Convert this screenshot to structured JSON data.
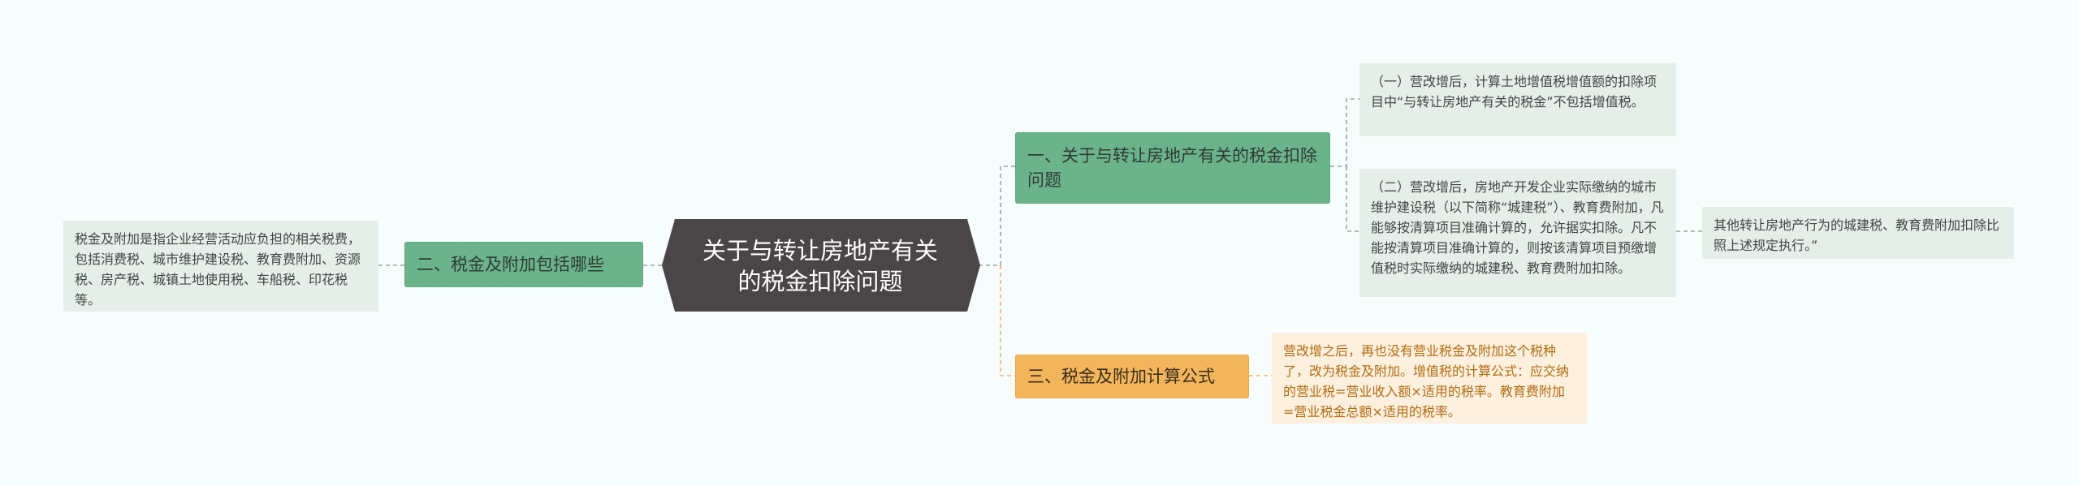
{
  "root": {
    "title": "关于与转让房地产有关的税金扣除问题"
  },
  "branches": {
    "b1": {
      "label": "一、关于与转让房地产有关的税金扣除问题"
    },
    "b2": {
      "label": "二、税金及附加包括哪些"
    },
    "b3": {
      "label": "三、税金及附加计算公式"
    }
  },
  "leaves": {
    "b1_l1": "（一）营改增后，计算土地增值税增值额的扣除项目中“与转让房地产有关的税金”不包括增值税。",
    "b1_l2": "（二）营改增后，房地产开发企业实际缴纳的城市维护建设税（以下简称“城建税”）、教育费附加，凡能够按清算项目准确计算的，允许据实扣除。凡不能按清算项目准确计算的，则按该清算项目预缴增值税时实际缴纳的城建税、教育费附加扣除。",
    "b1_l2_child": "其他转让房地产行为的城建税、教育费附加扣除比照上述规定执行。”",
    "b2_l1": "税金及附加是指企业经营活动应负担的相关税费，包括消费税、城市维护建设税、教育费附加、资源税、房产税、城镇土地使用税、车船税、印花税等。",
    "b3_l1": "营改增之后，再也没有营业税金及附加这个税种了，改为税金及附加。增值税的计算公式：应交纳的营业税=营业收入额×适用的税率。教育费附加=营业税金总额×适用的税率。"
  },
  "colors": {
    "background": "#f7fcfd",
    "root": "#4a4546",
    "branch_green": "#6bb38a",
    "branch_orange": "#f2b55c",
    "leaf_green": "#e3efe8",
    "leaf_orange": "#fdf0df",
    "connector": "#9aa3a0"
  }
}
